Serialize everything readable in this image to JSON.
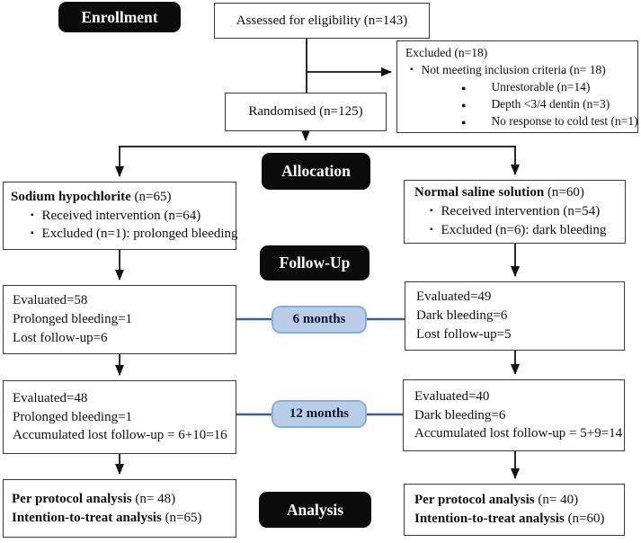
{
  "glyphs": {
    "square_bullet": "▪",
    "round_bullet": "●"
  },
  "stages": {
    "enrollment": "Enrollment",
    "allocation": "Allocation",
    "follow_up": "Follow-Up",
    "analysis": "Analysis"
  },
  "enrollment": {
    "assessed": "Assessed for eligibility (n=143)",
    "randomised": "Randomised (n=125)",
    "excluded": {
      "title": "Excluded (n=18)",
      "reason": "Not meeting inclusion criteria (n= 18)",
      "details": [
        "Unrestorable (n=14)",
        "Depth <3/4 dentin (n=3)",
        "No response to cold test (n=1)"
      ]
    }
  },
  "left_arm": {
    "allocation": {
      "title": "Sodium hypochlorite",
      "n": " (n=65)",
      "items": [
        "Received intervention (n=64)",
        "Excluded (n=1): prolonged bleeding"
      ]
    },
    "six_months": [
      "Evaluated=58",
      "Prolonged bleeding=1",
      "Lost follow-up=6"
    ],
    "twelve_months": [
      "Evaluated=48",
      "Prolonged bleeding=1",
      "Accumulated lost follow-up = 6+10=16"
    ],
    "analysis": {
      "line1_bold": "Per protocol analysis",
      "line1_rest": " (n= 48)",
      "line2_bold": "Intention-to-treat analysis",
      "line2_rest": " (n=65)"
    }
  },
  "right_arm": {
    "allocation": {
      "title": "Normal saline solution",
      "n": " (n=60)",
      "items": [
        "Received intervention (n=54)",
        "Excluded (n=6): dark bleeding"
      ]
    },
    "six_months": [
      "Evaluated=49",
      "Dark bleeding=6",
      "Lost follow-up=5"
    ],
    "twelve_months": [
      "Evaluated=40",
      "Dark bleeding=6",
      "Accumulated lost follow-up = 5+9=14"
    ],
    "analysis": {
      "line1_bold": "Per protocol analysis",
      "line1_rest": " (n= 40)",
      "line2_bold": "Intention-to-treat analysis",
      "line2_rest": " (n=60)"
    }
  },
  "connectors": {
    "six_months": "6 months",
    "twelve_months": "12 months"
  },
  "colors": {
    "stage_bg": "#0b0b0b",
    "stage_text": "#ffffff",
    "box_border": "#3a3a3a",
    "pill_fill": "#b9cde9",
    "pill_border": "#87aedd",
    "connector_line": "#3e5e94",
    "arrow": "#111111"
  }
}
